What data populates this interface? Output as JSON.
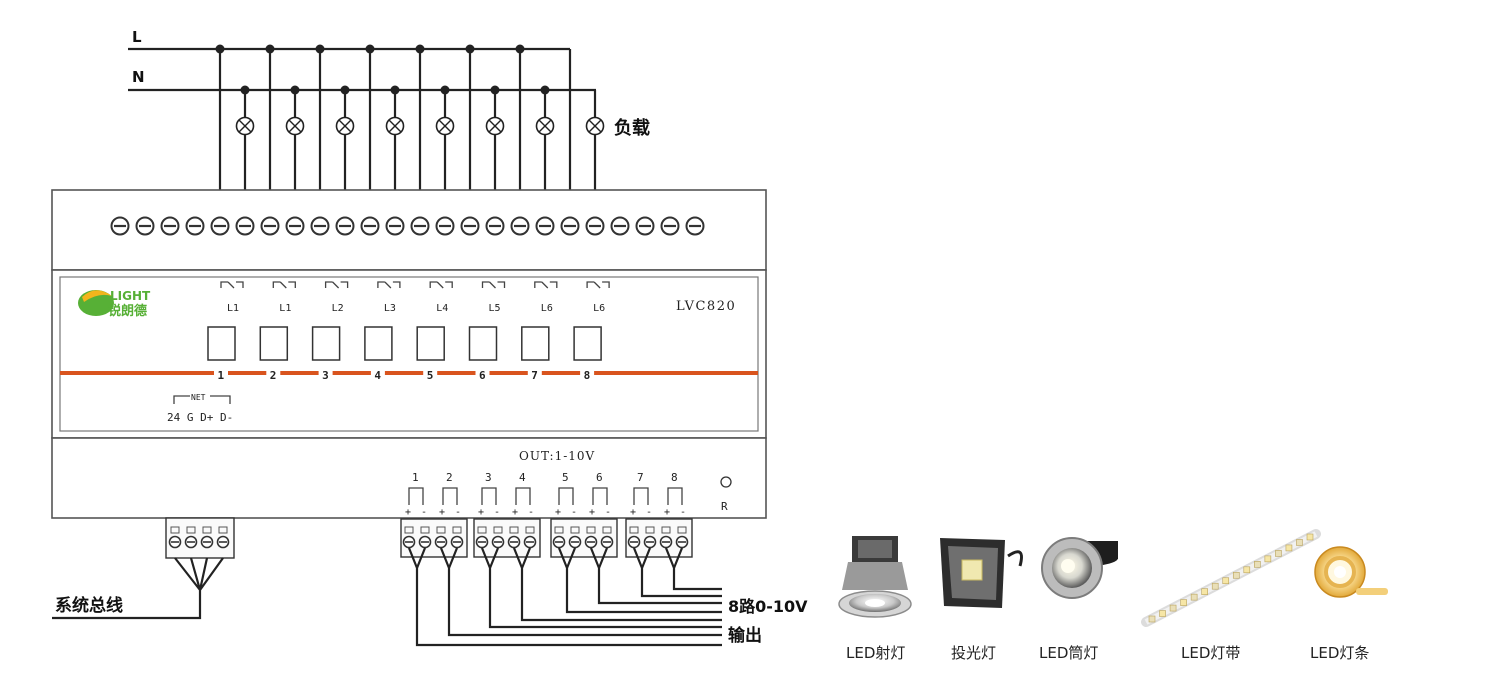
{
  "supply": {
    "line_label": "L",
    "neutral_label": "N",
    "load_label": "负载"
  },
  "module": {
    "model": "LVC820",
    "logo": {
      "top": "LIGHT",
      "bottom": "锐朗德",
      "green": "#57b036",
      "yellow": "#f2b51c"
    },
    "relay_labels": [
      "L1",
      "L1",
      "L2",
      "L3",
      "L4",
      "L5",
      "L6",
      "L6"
    ],
    "channel_numbers": [
      "1",
      "2",
      "3",
      "4",
      "5",
      "6",
      "7",
      "8"
    ],
    "net": {
      "title": "NET",
      "pins": "24 G D+ D-"
    },
    "output_title": "OUT:1-10V",
    "output_numbers": [
      "1",
      "2",
      "3",
      "4",
      "5",
      "6",
      "7",
      "8"
    ],
    "reset_label": "R",
    "pin_signs": [
      "+",
      "-"
    ]
  },
  "labels": {
    "system_bus": "系统总线",
    "output_line1": "8路0-10V",
    "output_line2": "输出"
  },
  "products": [
    {
      "name": "LED射灯",
      "icon": "led-spotlight"
    },
    {
      "name": "投光灯",
      "icon": "floodlight"
    },
    {
      "name": "LED筒灯",
      "icon": "led-downlight"
    },
    {
      "name": "LED灯带",
      "icon": "led-strip"
    },
    {
      "name": "LED灯条",
      "icon": "led-strip-reel"
    }
  ],
  "colors": {
    "accent_line": "#d9541e",
    "wire": "#222222"
  }
}
